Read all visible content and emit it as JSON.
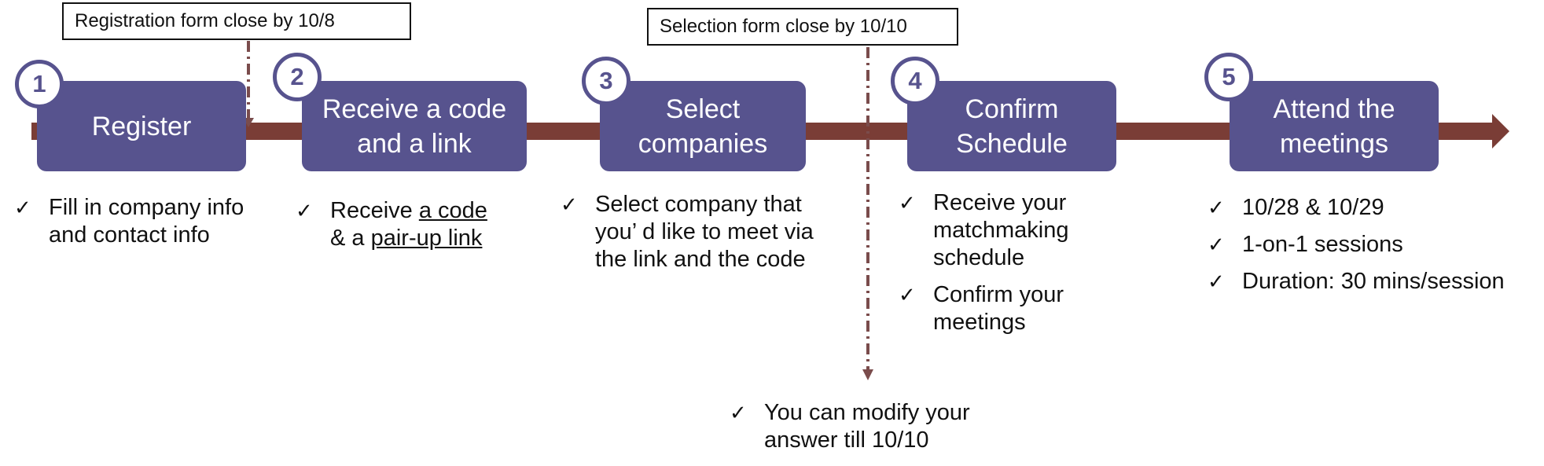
{
  "notes": {
    "registration_close": "Registration form close by 10/8",
    "selection_close": "Selection form close by 10/10"
  },
  "steps": [
    {
      "number": "1",
      "title": "Register"
    },
    {
      "number": "2",
      "title": "Receive a code\nand a link"
    },
    {
      "number": "3",
      "title": "Select\ncompanies"
    },
    {
      "number": "4",
      "title": "Confirm\nSchedule"
    },
    {
      "number": "5",
      "title": "Attend the\nmeetings"
    }
  ],
  "check_glyph": "✓",
  "details": {
    "step1": [
      "Fill in company info\nand contact info"
    ],
    "step2": {
      "p1": "Receive ",
      "u1": "a code",
      "p2": "& a ",
      "u2": "pair-up link"
    },
    "step3": [
      "Select company that\nyou’ d like to meet via\nthe link and the code"
    ],
    "step4": [
      "Receive your\nmatchmaking\nschedule",
      "Confirm your\nmeetings"
    ],
    "step5": [
      "10/28 & 10/29",
      "1-on-1 sessions",
      "Duration: 30 mins/session"
    ]
  },
  "modify_note": "You can modify your\nanswer till 10/10",
  "colors": {
    "box": "#57538e",
    "arrow": "#7a3d36",
    "dash": "#7a4c4c"
  }
}
